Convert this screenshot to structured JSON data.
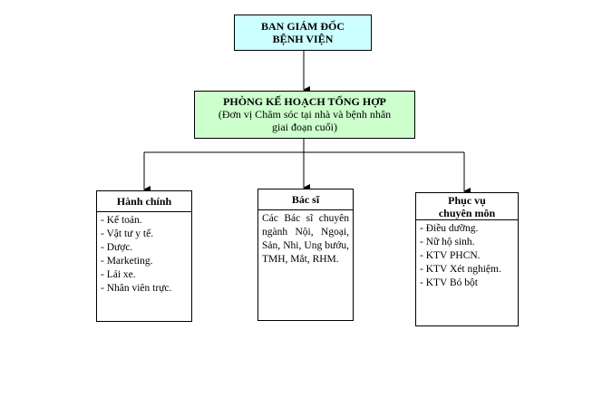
{
  "director": {
    "line1": "BAN GIÁM ĐỐC",
    "line2": "BỆNH VIỆN"
  },
  "planning": {
    "title": "PHÒNG KẾ HOẠCH TỔNG HỢP",
    "subtitle_line1": "(Đơn vị Chăm sóc tại nhà và bệnh nhân",
    "subtitle_line2": "giai đoạn cuối)"
  },
  "departments": [
    {
      "title_line1": "Hành chính",
      "items": [
        "- Kế toán.",
        "- Vật tư y tế.",
        "- Dược.",
        "- Marketing.",
        "- Lái xe.",
        "- Nhân viên trực."
      ]
    },
    {
      "title_line1": "Bác sĩ",
      "text": "Các Bác sĩ chuyên ngành Nội, Ngoại, Sản, Nhi, Ung bướu, TMH, Mắt, RHM."
    },
    {
      "title_line1": "Phục vụ",
      "title_line2": "chuyên môn",
      "items": [
        "- Điều dưỡng.",
        "- Nữ hộ sinh.",
        "- KTV PHCN.",
        "- KTV Xét nghiệm.",
        "- KTV Bó bột"
      ]
    }
  ]
}
